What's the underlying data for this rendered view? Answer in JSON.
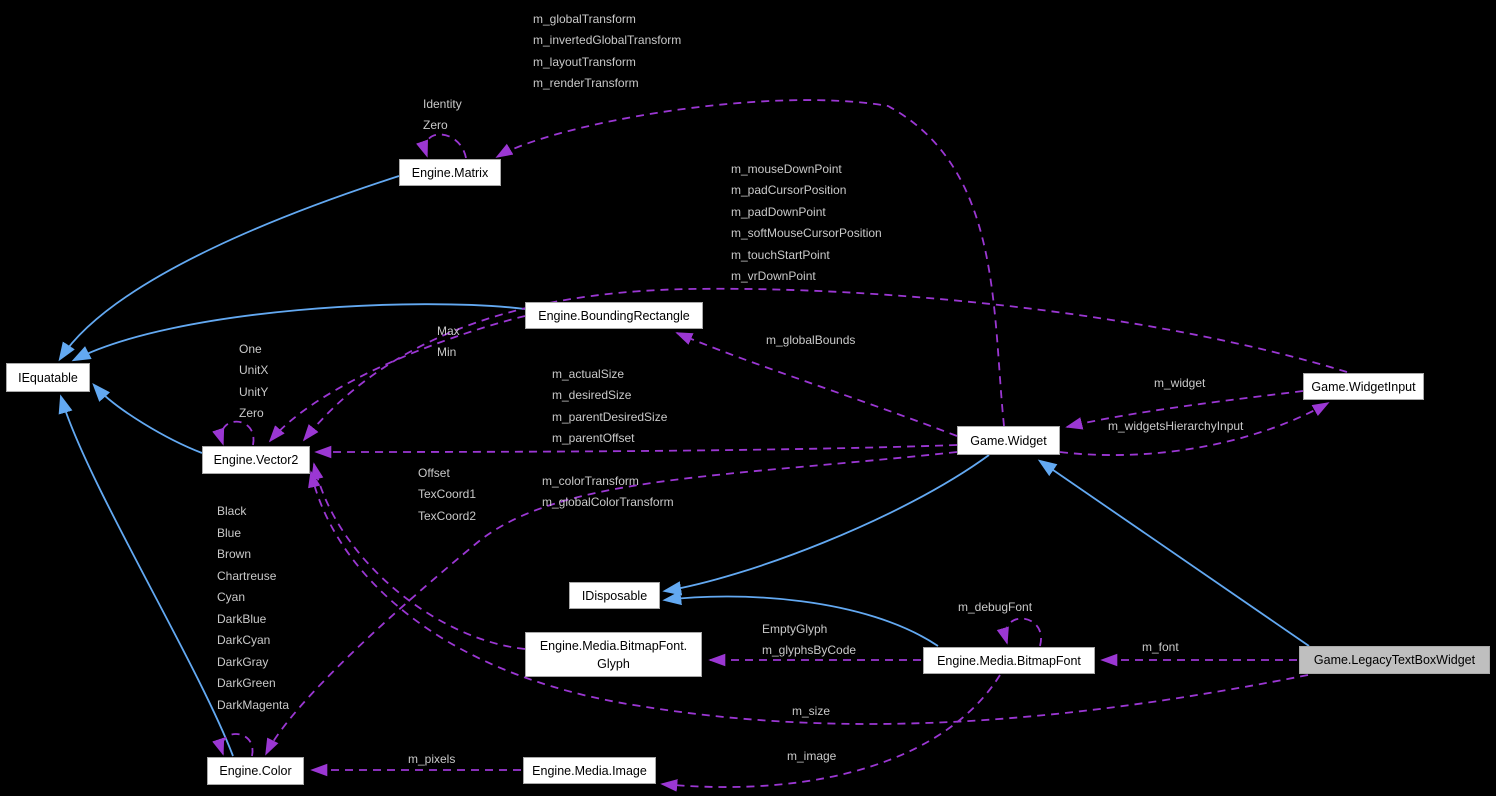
{
  "nodes": {
    "matrix": {
      "label": "Engine.Matrix"
    },
    "iequatable": {
      "label": "IEquatable"
    },
    "bounding_rectangle": {
      "label": "Engine.BoundingRectangle"
    },
    "vector2": {
      "label": "Engine.Vector2"
    },
    "widget": {
      "label": "Game.Widget"
    },
    "widget_input": {
      "label": "Game.WidgetInput"
    },
    "idisposable": {
      "label": "IDisposable"
    },
    "bitmapfont_glyph": {
      "line1": "Engine.Media.BitmapFont.",
      "line2": "Glyph"
    },
    "bitmapfont": {
      "label": "Engine.Media.BitmapFont"
    },
    "legacy_textbox": {
      "label": "Game.LegacyTextBoxWidget"
    },
    "color": {
      "label": "Engine.Color"
    },
    "image": {
      "label": "Engine.Media.Image"
    }
  },
  "edge_labels": {
    "matrix_fields": [
      "m_globalTransform",
      "m_invertedGlobalTransform",
      "m_layoutTransform",
      "m_renderTransform"
    ],
    "matrix_statics": [
      "Identity",
      "Zero"
    ],
    "widget_input_points": [
      "m_mouseDownPoint",
      "m_padCursorPosition",
      "m_padDownPoint",
      "m_softMouseCursorPosition",
      "m_touchStartPoint",
      "m_vrDownPoint"
    ],
    "bounding_rectangle_fields": [
      "Max",
      "Min"
    ],
    "global_bounds": "m_globalBounds",
    "widget_sizes": [
      "m_actualSize",
      "m_desiredSize",
      "m_parentDesiredSize",
      "m_parentOffset"
    ],
    "vector2_statics": [
      "One",
      "UnitX",
      "UnitY",
      "Zero"
    ],
    "widget_ref": "m_widget",
    "widgets_hierarchy_input": "m_widgetsHierarchyInput",
    "glyph_fields": [
      "Offset",
      "TexCoord1",
      "TexCoord2"
    ],
    "widget_color_fields": [
      "m_colorTransform",
      "m_globalColorTransform"
    ],
    "color_statics": [
      "Black",
      "Blue",
      "Brown",
      "Chartreuse",
      "Cyan",
      "DarkBlue",
      "DarkCyan",
      "DarkGray",
      "DarkGreen",
      "DarkMagenta"
    ],
    "glyph_refs": [
      "EmptyGlyph",
      "m_glyphsByCode"
    ],
    "debug_font": "m_debugFont",
    "font_ref": "m_font",
    "size_ref": "m_size",
    "image_ref": "m_image",
    "pixels_ref": "m_pixels"
  },
  "colors": {
    "background": "#000000",
    "collaboration_edge": "#9b37d3",
    "inheritance_edge": "#63a9f2",
    "edge_label_text": "#c9c9c9",
    "node_background": "#ffffff",
    "node_text": "#000000",
    "node_border": "#a9a9a9",
    "highlighted_node_background": "#bfbfbf"
  }
}
